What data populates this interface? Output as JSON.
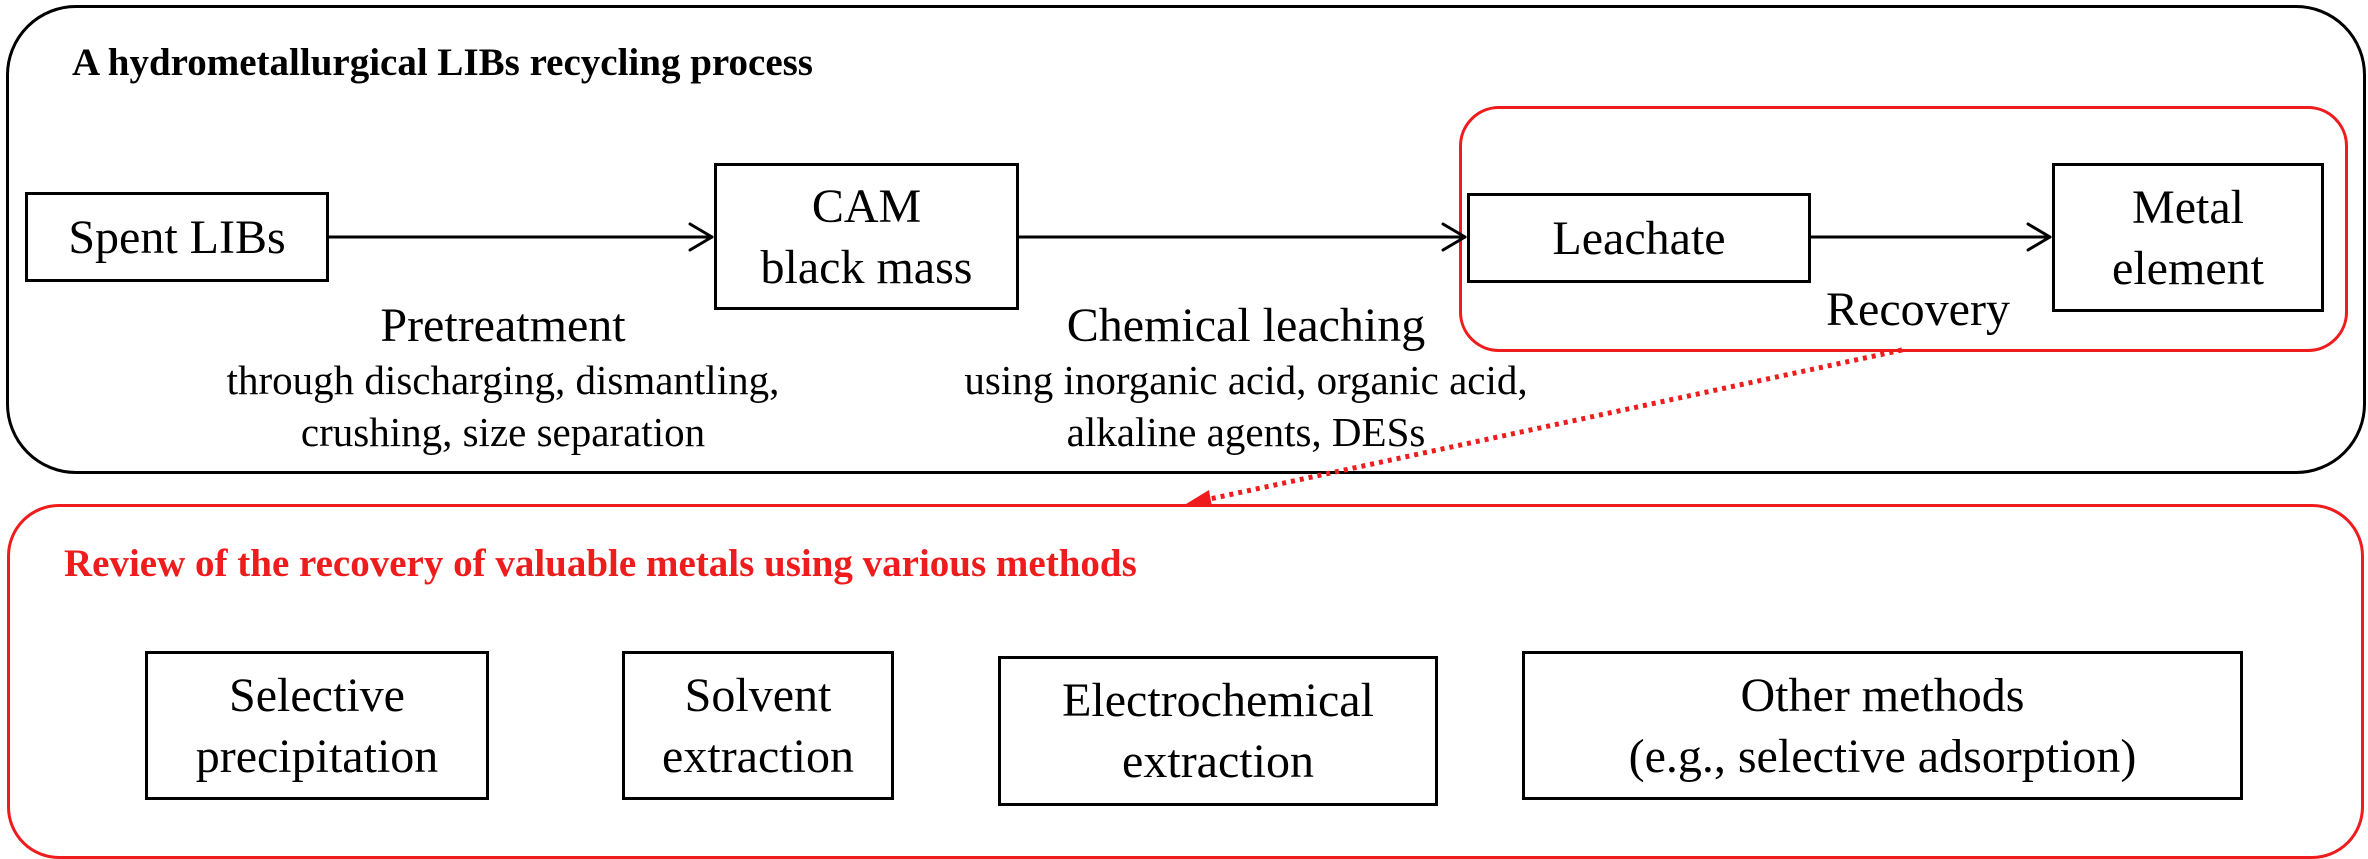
{
  "process_panel": {
    "title": "A hydrometallurgical LIBs recycling process",
    "nodes": [
      {
        "lines": [
          "Spent LIBs"
        ]
      },
      {
        "lines": [
          "CAM",
          "black mass"
        ]
      },
      {
        "lines": [
          "Leachate"
        ]
      },
      {
        "lines": [
          "Metal",
          "element"
        ]
      }
    ],
    "steps": [
      {
        "label": "Pretreatment",
        "details": [
          "through discharging, dismantling,",
          "crushing, size separation"
        ]
      },
      {
        "label": "Chemical leaching",
        "details": [
          "using inorganic acid, organic acid,",
          "alkaline agents, DESs"
        ]
      },
      {
        "label": "Recovery",
        "details": []
      }
    ]
  },
  "review_panel": {
    "title": "Review of the recovery of valuable metals using various methods",
    "methods": [
      {
        "lines": [
          "Selective",
          "precipitation"
        ]
      },
      {
        "lines": [
          "Solvent",
          "extraction"
        ]
      },
      {
        "lines": [
          "Electrochemical",
          "extraction"
        ]
      },
      {
        "lines": [
          "Other methods",
          "(e.g., selective adsorption)"
        ]
      }
    ]
  },
  "colors": {
    "highlight": "#ee1c1c",
    "line": "#000000"
  }
}
